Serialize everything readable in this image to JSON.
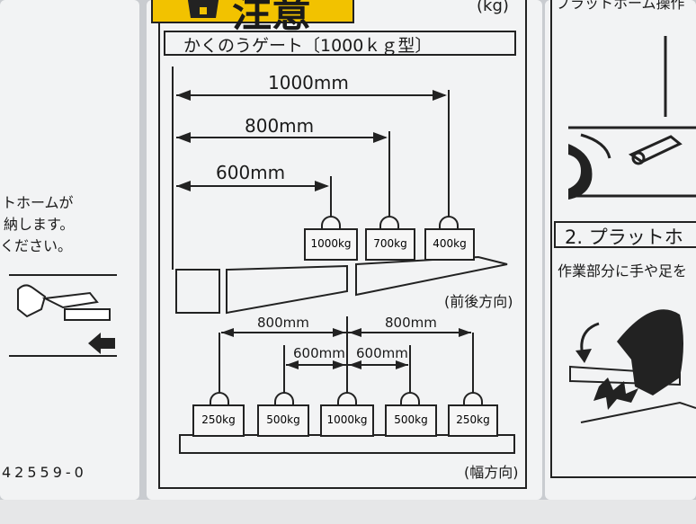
{
  "sticker": {
    "header_label": "注意",
    "unit": "(kg)",
    "title": "かくのうゲート〔1000ｋｇ型〕",
    "front_rear": {
      "distances": [
        "1000mm",
        "800mm",
        "600mm"
      ],
      "weights": [
        "1000kg",
        "700kg",
        "400kg"
      ],
      "direction_label": "(前後方向)"
    },
    "width_dir": {
      "distances": [
        "800mm",
        "600mm",
        "600mm",
        "800mm"
      ],
      "weights": [
        "250kg",
        "500kg",
        "1000kg",
        "500kg",
        "250kg"
      ],
      "direction_label": "(幅方向)"
    }
  },
  "left_panel": {
    "lines": [
      "トホームが",
      "納します。",
      "ください。"
    ],
    "code": "42559-0"
  },
  "right_panel": {
    "top_text": "プラットホーム操作",
    "step_title": "2. プラットホ",
    "step_text": "作業部分に手や足を"
  },
  "colors": {
    "warning_yellow": "#f2c200",
    "ink": "#1a1a1a",
    "panel": "#f2f3f4"
  }
}
